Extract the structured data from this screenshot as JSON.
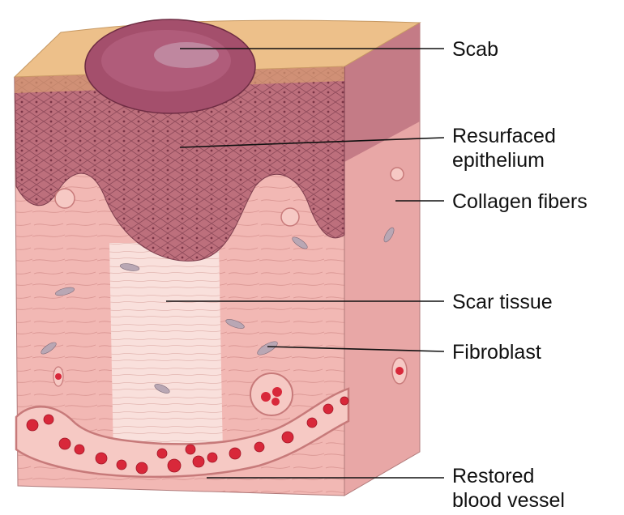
{
  "labels": {
    "scab": "Scab",
    "resurfaced_1": "Resurfaced",
    "resurfaced_2": "epithelium",
    "collagen": "Collagen fibers",
    "scar": "Scar tissue",
    "fibroblast": "Fibroblast",
    "restored_1": "Restored",
    "restored_2": "blood vessel"
  },
  "colors": {
    "surface": "#edc08a",
    "epithelium": "#b86a78",
    "dermis": "#f2b8b4",
    "scar": "#f8dedb",
    "scab": "#a44f6c",
    "blood_cell": "#d8283a",
    "vessel_lumen": "#f6c9c4"
  }
}
